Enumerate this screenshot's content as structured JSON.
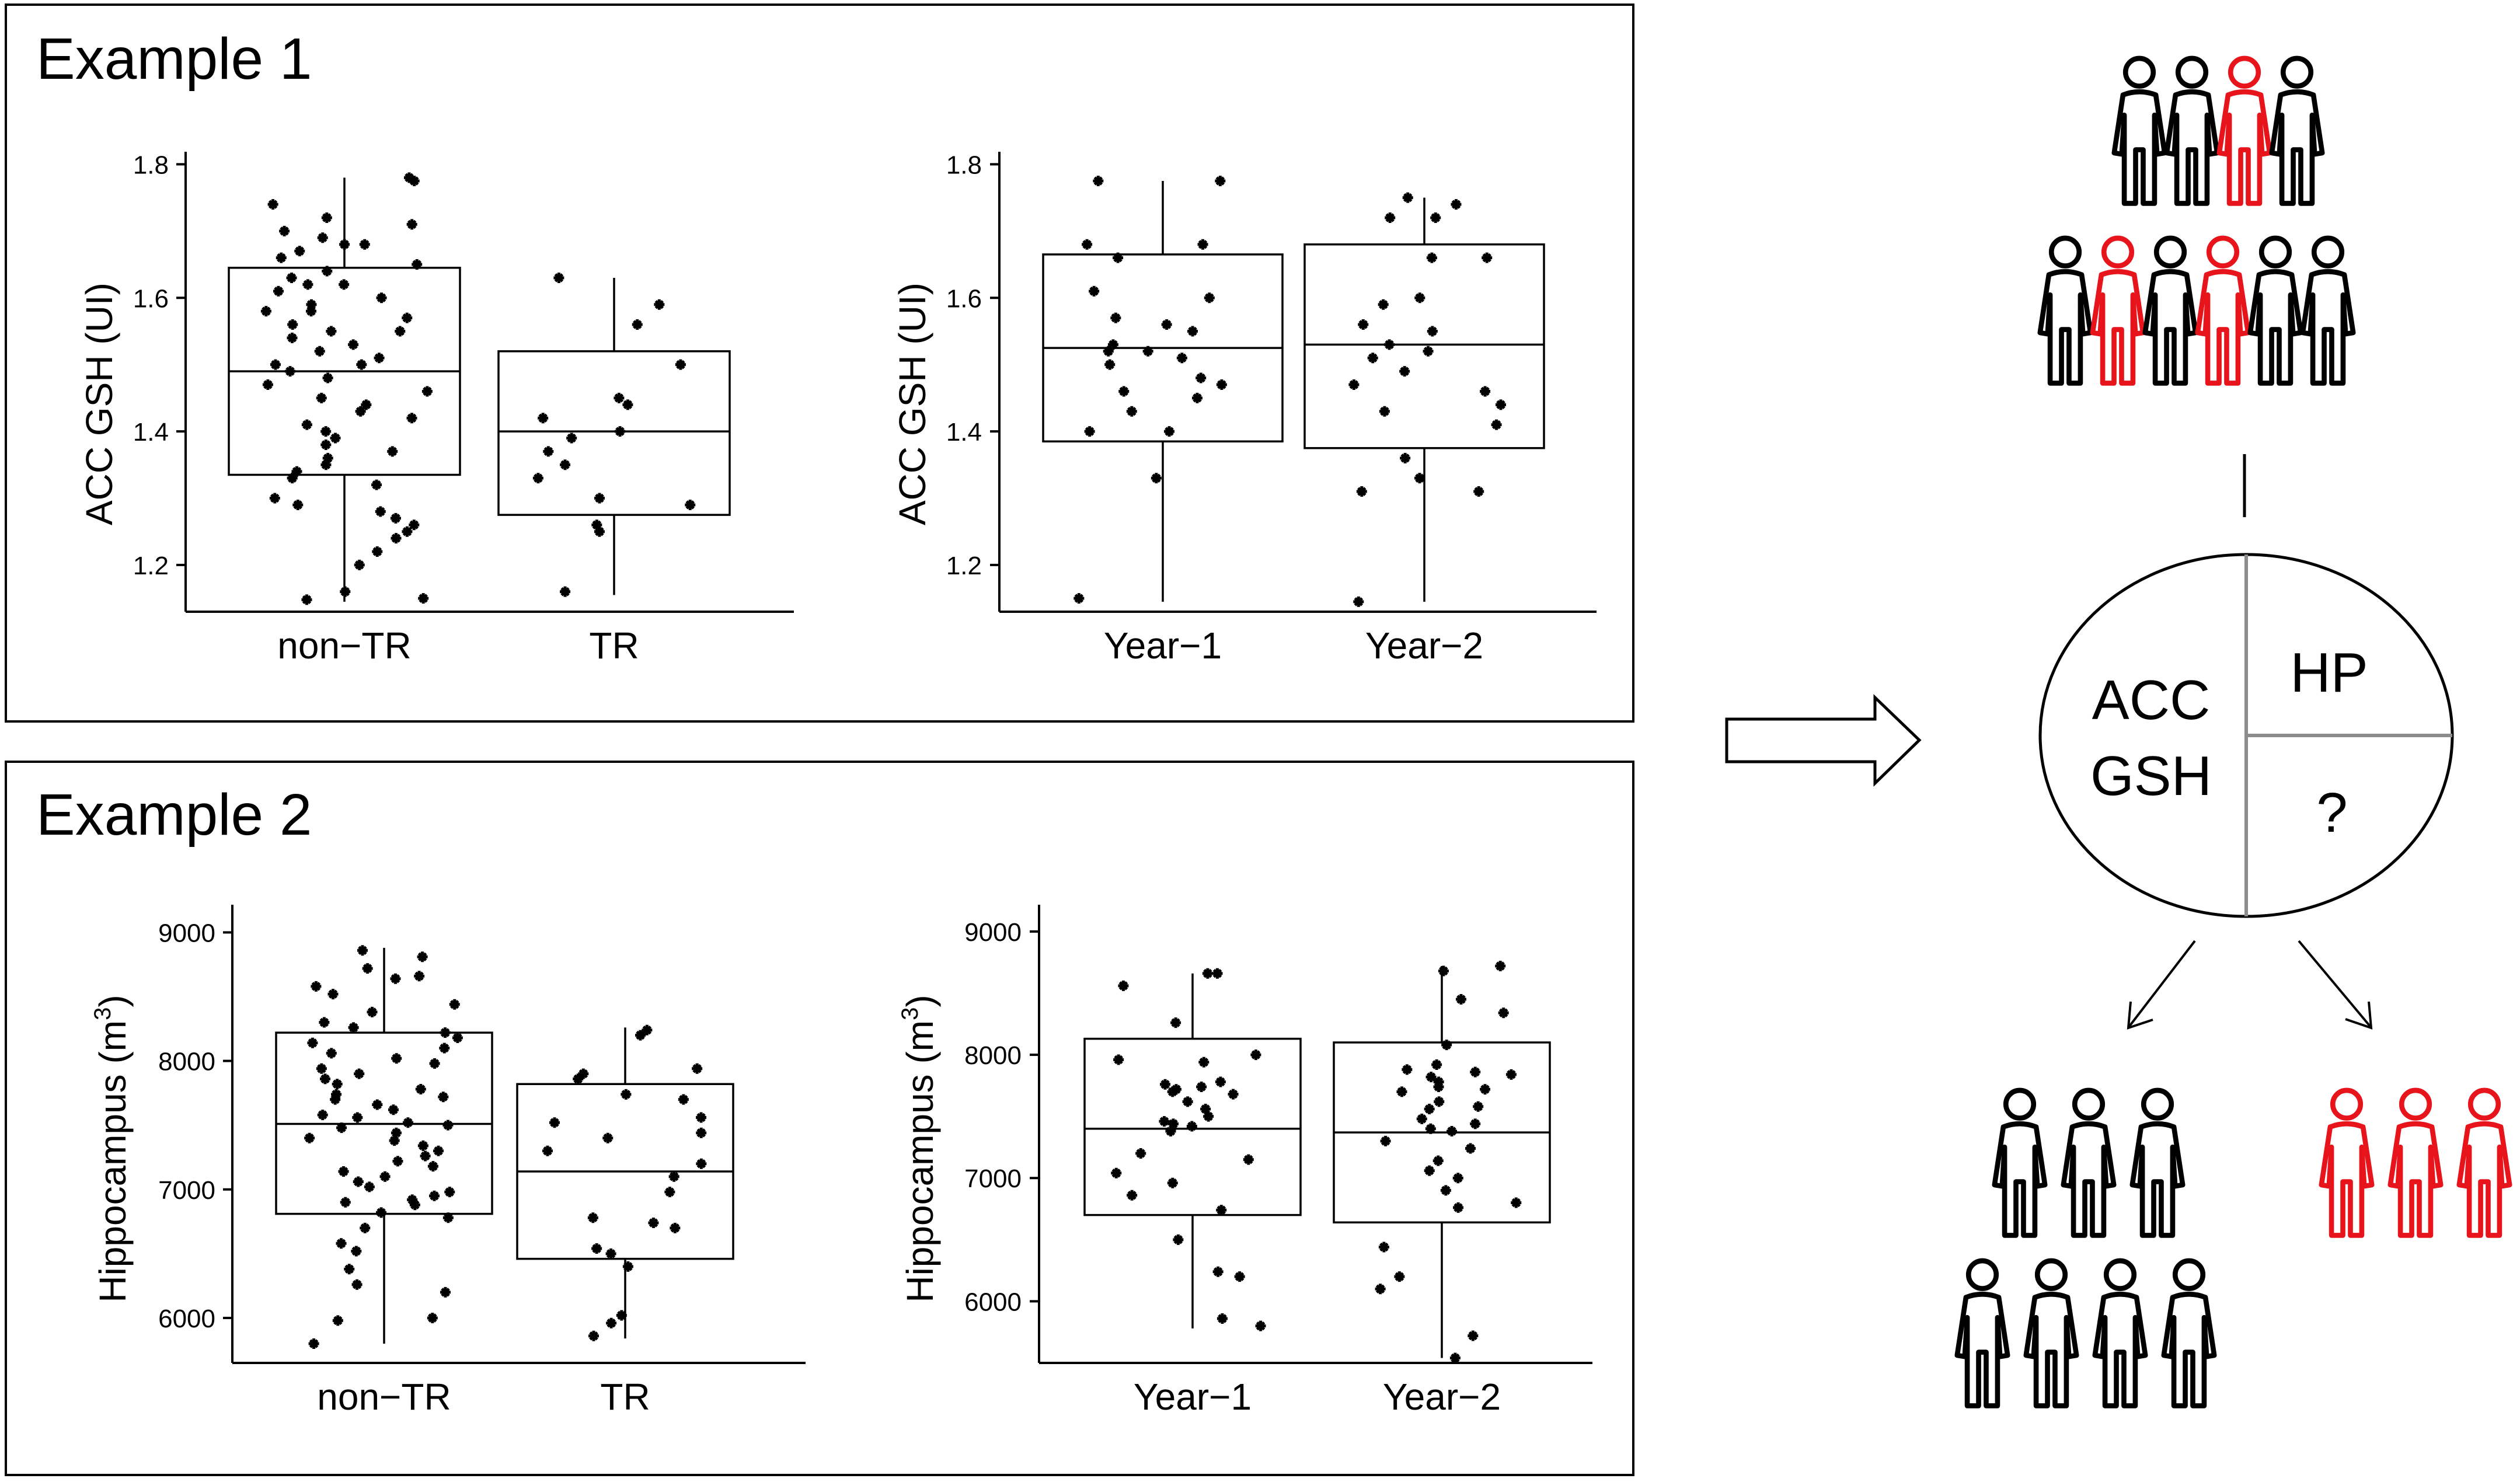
{
  "example1": {
    "title": "Example 1"
  },
  "example2": {
    "title": "Example 2"
  },
  "chart_data": [
    {
      "type": "box",
      "panel": "example1-left",
      "ylabel": "ACC GSH (UI)",
      "yticks": [
        "1.2",
        "1.4",
        "1.6",
        "1.8"
      ],
      "ylim": [
        1.13,
        1.81
      ],
      "categories": [
        "non−TR",
        "TR"
      ],
      "boxes": [
        {
          "q1": 1.335,
          "median": 1.49,
          "q3": 1.645,
          "lower": 1.145,
          "upper": 1.78
        },
        {
          "q1": 1.275,
          "median": 1.4,
          "q3": 1.52,
          "lower": 1.155,
          "upper": 1.63
        }
      ],
      "points": [
        [
          1.78,
          1.775,
          1.74,
          1.72,
          1.71,
          1.7,
          1.69,
          1.68,
          1.68,
          1.67,
          1.66,
          1.65,
          1.64,
          1.63,
          1.62,
          1.62,
          1.61,
          1.6,
          1.59,
          1.58,
          1.58,
          1.57,
          1.56,
          1.55,
          1.55,
          1.54,
          1.53,
          1.52,
          1.51,
          1.5,
          1.5,
          1.49,
          1.48,
          1.47,
          1.46,
          1.45,
          1.44,
          1.43,
          1.42,
          1.41,
          1.4,
          1.39,
          1.38,
          1.37,
          1.36,
          1.35,
          1.34,
          1.33,
          1.32,
          1.3,
          1.29,
          1.28,
          1.27,
          1.26,
          1.25,
          1.24,
          1.22,
          1.2,
          1.16,
          1.15,
          1.148
        ],
        [
          1.63,
          1.59,
          1.56,
          1.5,
          1.45,
          1.44,
          1.42,
          1.4,
          1.39,
          1.37,
          1.35,
          1.33,
          1.3,
          1.29,
          1.26,
          1.25,
          1.16
        ]
      ]
    },
    {
      "type": "box",
      "panel": "example1-right",
      "ylabel": "ACC GSH (UI)",
      "yticks": [
        "1.2",
        "1.4",
        "1.6",
        "1.8"
      ],
      "ylim": [
        1.13,
        1.81
      ],
      "categories": [
        "Year−1",
        "Year−2"
      ],
      "boxes": [
        {
          "q1": 1.385,
          "median": 1.525,
          "q3": 1.665,
          "lower": 1.145,
          "upper": 1.775
        },
        {
          "q1": 1.375,
          "median": 1.53,
          "q3": 1.68,
          "lower": 1.145,
          "upper": 1.75
        }
      ],
      "points": [
        [
          1.775,
          1.775,
          1.68,
          1.68,
          1.66,
          1.61,
          1.6,
          1.57,
          1.56,
          1.55,
          1.53,
          1.52,
          1.52,
          1.51,
          1.5,
          1.48,
          1.47,
          1.46,
          1.45,
          1.43,
          1.4,
          1.4,
          1.33,
          1.15
        ],
        [
          1.75,
          1.74,
          1.72,
          1.72,
          1.66,
          1.66,
          1.6,
          1.59,
          1.56,
          1.55,
          1.53,
          1.52,
          1.51,
          1.49,
          1.47,
          1.46,
          1.44,
          1.43,
          1.41,
          1.36,
          1.33,
          1.31,
          1.31,
          1.145
        ]
      ]
    },
    {
      "type": "box",
      "panel": "example2-left",
      "ylabel": "Hippocampus (m³)",
      "ylabel_base": "Hippocampus (m",
      "ylabel_sup": "3",
      "ylabel_end": ")",
      "yticks": [
        "6000",
        "7000",
        "8000",
        "9000"
      ],
      "ylim": [
        5650,
        9170
      ],
      "categories": [
        "non−TR",
        "TR"
      ],
      "boxes": [
        {
          "q1": 6810,
          "median": 7510,
          "q3": 8220,
          "lower": 5800,
          "upper": 8880
        },
        {
          "q1": 6460,
          "median": 7140,
          "q3": 7820,
          "lower": 5840,
          "upper": 8260
        }
      ],
      "points": [
        [
          8860,
          8810,
          8720,
          8660,
          8640,
          8580,
          8520,
          8440,
          8380,
          8300,
          8260,
          8220,
          8180,
          8140,
          8100,
          8060,
          8020,
          7980,
          7940,
          7900,
          7860,
          7820,
          7780,
          7740,
          7720,
          7700,
          7660,
          7620,
          7580,
          7560,
          7520,
          7500,
          7480,
          7440,
          7400,
          7380,
          7340,
          7300,
          7260,
          7220,
          7180,
          7140,
          7100,
          7060,
          7020,
          6980,
          6950,
          6920,
          6900,
          6880,
          6820,
          6780,
          6700,
          6580,
          6520,
          6380,
          6260,
          6200,
          6000,
          5980,
          5800
        ],
        [
          8240,
          8200,
          7940,
          7900,
          7860,
          7740,
          7700,
          7560,
          7520,
          7440,
          7400,
          7300,
          7200,
          7100,
          6980,
          6780,
          6740,
          6700,
          6540,
          6500,
          6400,
          6020,
          5960,
          5860
        ]
      ]
    },
    {
      "type": "box",
      "panel": "example2-right",
      "ylabel": "Hippocampus (m³)",
      "ylabel_base": "Hippocampus (m",
      "ylabel_sup": "3",
      "ylabel_end": ")",
      "yticks": [
        "6000",
        "7000",
        "8000",
        "9000"
      ],
      "ylim": [
        5500,
        9170
      ],
      "categories": [
        "Year−1",
        "Year−2"
      ],
      "boxes": [
        {
          "q1": 6700,
          "median": 7400,
          "q3": 8130,
          "lower": 5780,
          "upper": 8660
        },
        {
          "q1": 6640,
          "median": 7370,
          "q3": 8100,
          "lower": 5540,
          "upper": 8720
        }
      ],
      "points": [
        [
          8660,
          8660,
          8560,
          8260,
          8000,
          7960,
          7940,
          7780,
          7760,
          7740,
          7720,
          7700,
          7680,
          7620,
          7560,
          7500,
          7460,
          7440,
          7420,
          7380,
          7200,
          7150,
          7040,
          6960,
          6860,
          6740,
          6500,
          6240,
          6200,
          5860,
          5800
        ],
        [
          8720,
          8680,
          8450,
          8340,
          8080,
          7920,
          7880,
          7860,
          7840,
          7820,
          7780,
          7740,
          7720,
          7700,
          7620,
          7580,
          7560,
          7480,
          7440,
          7400,
          7380,
          7300,
          7240,
          7140,
          7060,
          7000,
          6900,
          6800,
          6760,
          6440,
          6200,
          6100,
          5720,
          5540
        ]
      ]
    }
  ],
  "diagram": {
    "circle_left_line1": "ACC",
    "circle_left_line2": "GSH",
    "circle_top_right": "HP",
    "circle_bottom_right": "?",
    "colors": {
      "black": "#000000",
      "red": "#e8141b",
      "gray": "#8c8c8c"
    }
  }
}
